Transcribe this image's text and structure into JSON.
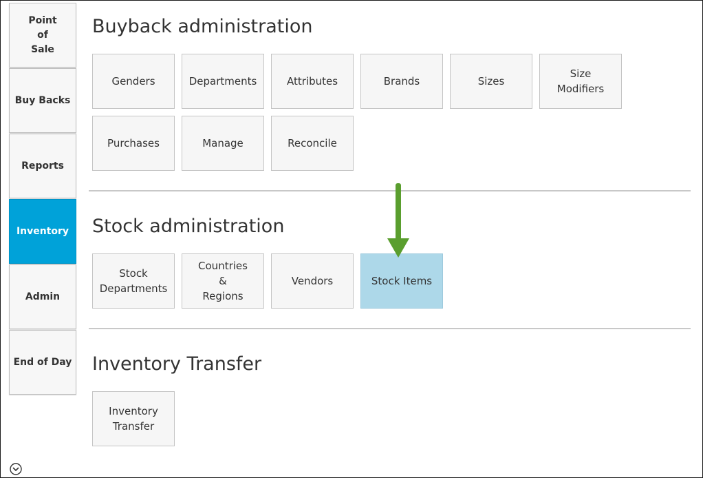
{
  "sidebar": {
    "items": [
      {
        "label": "Point\nof\nSale"
      },
      {
        "label": "Buy Backs"
      },
      {
        "label": "Reports"
      },
      {
        "label": "Inventory"
      },
      {
        "label": "Admin"
      },
      {
        "label": "End of Day"
      }
    ],
    "active_color": "#00a2d9"
  },
  "sections": {
    "buyback": {
      "title": "Buyback administration",
      "tiles": [
        {
          "label": "Genders"
        },
        {
          "label": "Departments"
        },
        {
          "label": "Attributes"
        },
        {
          "label": "Brands"
        },
        {
          "label": "Sizes"
        },
        {
          "label": "Size\nModifiers"
        },
        {
          "label": "Purchases"
        },
        {
          "label": "Manage"
        },
        {
          "label": "Reconcile"
        }
      ]
    },
    "stock": {
      "title": "Stock administration",
      "tiles": [
        {
          "label": "Stock\nDepartments"
        },
        {
          "label": "Countries\n&\nRegions"
        },
        {
          "label": "Vendors"
        },
        {
          "label": "Stock Items"
        }
      ]
    },
    "transfer": {
      "title": "Inventory Transfer",
      "tiles": [
        {
          "label": "Inventory\nTransfer"
        }
      ]
    }
  },
  "icons": {
    "annotation_arrow": "down-arrow-icon",
    "expand": "chevron-down-circle-icon"
  },
  "colors": {
    "highlight_tile": "#add8e9",
    "arrow": "#5a9e2e"
  }
}
